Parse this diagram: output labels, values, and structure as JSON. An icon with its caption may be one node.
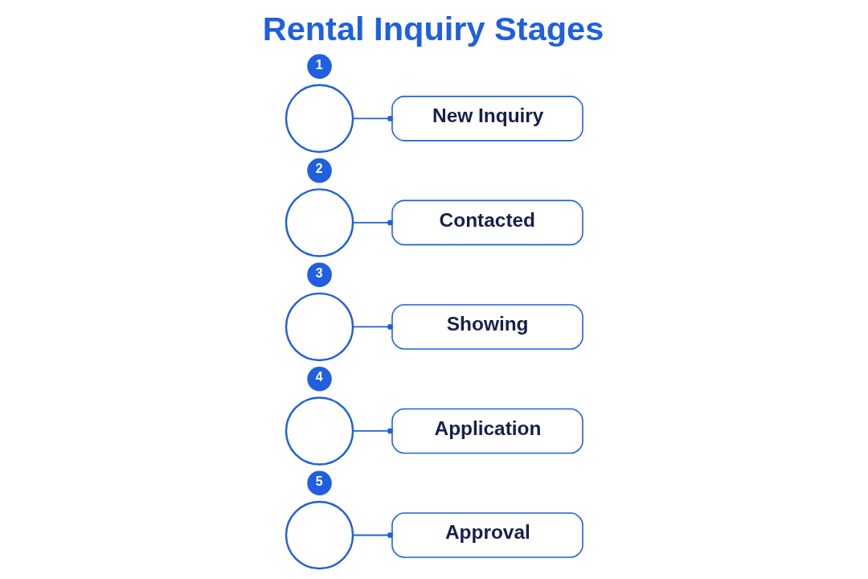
{
  "diagram": {
    "title": "Rental Inquiry Stages",
    "nodes": [
      {
        "text": [
          "1"
        ]
      },
      {
        "text": [],
        "shape": "circle"
      },
      {
        "text": [
          "New Inquiry"
        ]
      },
      {
        "text": [
          "2"
        ]
      },
      {
        "text": [],
        "shape": "circle"
      },
      {
        "text": [
          "Contacted"
        ]
      },
      {
        "text": [
          "3"
        ]
      },
      {
        "text": [],
        "shape": "circle"
      },
      {
        "text": [
          "Showing"
        ]
      },
      {
        "text": [
          "4"
        ]
      },
      {
        "text": [],
        "shape": "circle"
      },
      {
        "text": [
          "Application"
        ]
      },
      {
        "text": [
          "5"
        ]
      },
      {
        "text": [],
        "shape": "circle"
      },
      {
        "text": [
          "Approval"
        ]
      }
    ],
    "edges": [
      {
        "from": 1,
        "to": 2,
        "arrow": "other"
      },
      {
        "from": 4,
        "to": 5,
        "arrow": "other"
      },
      {
        "from": 7,
        "to": 8,
        "arrow": "other"
      },
      {
        "from": 10,
        "to": 11,
        "arrow": "other"
      },
      {
        "from": 13,
        "to": 14,
        "arrow": "other"
      }
    ]
  }
}
